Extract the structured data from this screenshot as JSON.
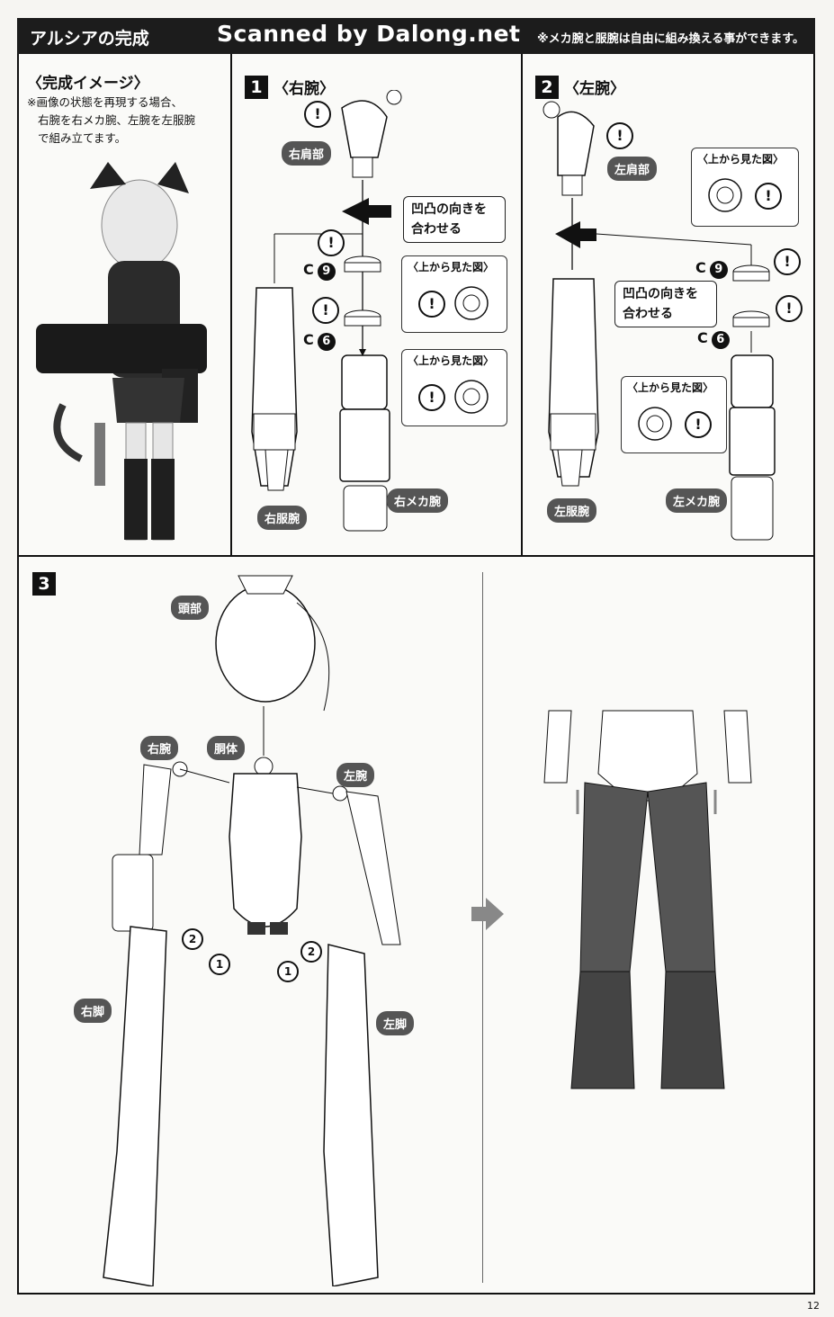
{
  "header": {
    "title": "アルシアの完成",
    "watermark": "Scanned by Dalong.net",
    "note": "※メカ腕と服腕は自由に組み換える事ができます。"
  },
  "panel_image": {
    "title": "〈完成イメージ〉",
    "text": [
      "※画像の状態を再現する場合、",
      "右腕を右メカ腕、左腕を左服腕",
      "で組み立てます。"
    ]
  },
  "step1": {
    "num": "1",
    "title": "〈右腕〉",
    "label_shoulder": "右肩部",
    "callout": [
      "凹凸の向きを",
      "合わせる"
    ],
    "part_a": "C",
    "part_a_num": "9",
    "part_b": "C",
    "part_b_num": "6",
    "view_top": "〈上から見た図〉",
    "label_cloth": "右服腕",
    "label_mecha": "右メカ腕"
  },
  "step2": {
    "num": "2",
    "title": "〈左腕〉",
    "label_shoulder": "左肩部",
    "callout": [
      "凹凸の向きを",
      "合わせる"
    ],
    "part_a": "C",
    "part_a_num": "9",
    "part_b": "C",
    "part_b_num": "6",
    "view_top": "〈上から見た図〉",
    "label_cloth": "左服腕",
    "label_mecha": "左メカ腕"
  },
  "step3": {
    "num": "3",
    "label_head": "頭部",
    "label_torso": "胴体",
    "label_right_arm": "右腕",
    "label_left_arm": "左腕",
    "label_right_leg": "右脚",
    "label_left_leg": "左脚",
    "seq1": "1",
    "seq2": "2"
  },
  "warn_mark": "!",
  "page_number": "12"
}
